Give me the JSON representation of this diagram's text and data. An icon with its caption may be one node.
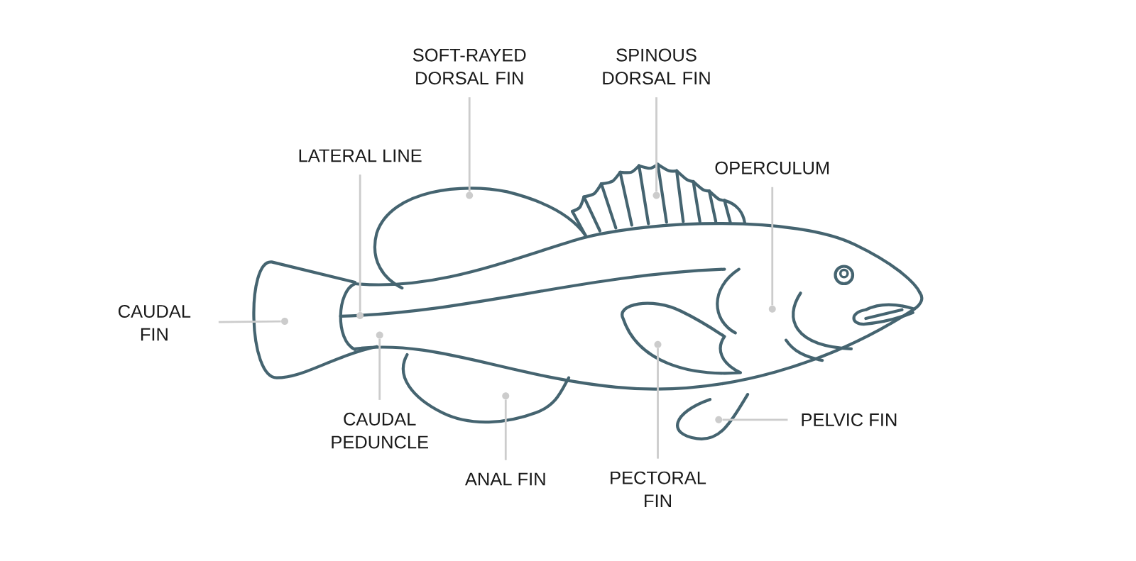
{
  "diagram": {
    "nodes": [
      {
        "text": [
          "SOFT-RAYED DORSAL FIN"
        ]
      },
      {
        "text": [
          "SPINOUS DORSAL FIN"
        ]
      },
      {
        "text": [
          "LATERAL LINE"
        ]
      },
      {
        "text": [
          "OPERCULUM"
        ]
      },
      {
        "text": [
          "CAUDAL FIN"
        ]
      },
      {
        "text": [
          "PELVIC FIN"
        ]
      },
      {
        "text": [
          "CAUDAL PEDUNCLE"
        ]
      },
      {
        "text": [
          "ANAL FIN"
        ]
      },
      {
        "text": [
          "PECTORAL FIN"
        ]
      },
      {
        "text": [],
        "shape": "circle"
      },
      {
        "text": [],
        "shape": "circle"
      },
      {
        "text": [],
        "shape": "circle"
      },
      {
        "text": [],
        "shape": "circle"
      },
      {
        "text": [],
        "shape": "circle"
      },
      {
        "text": [],
        "shape": "circle"
      },
      {
        "text": [],
        "shape": "circle"
      },
      {
        "text": [],
        "shape": "circle"
      },
      {
        "text": [],
        "shape": "circle"
      }
    ],
    "edges": [
      {
        "from": 0,
        "to": 9,
        "arrow": "none"
      },
      {
        "from": 1,
        "to": 10,
        "arrow": "none"
      },
      {
        "from": 2,
        "to": 11,
        "arrow": "none"
      },
      {
        "from": 3,
        "to": 12,
        "arrow": "none"
      },
      {
        "from": 4,
        "to": 13,
        "arrow": "none"
      },
      {
        "from": 5,
        "to": 14,
        "arrow": "none"
      },
      {
        "from": 6,
        "to": 15,
        "arrow": "none"
      },
      {
        "from": 7,
        "to": 16,
        "arrow": "none"
      },
      {
        "from": 8,
        "to": 17,
        "arrow": "none"
      }
    ]
  }
}
